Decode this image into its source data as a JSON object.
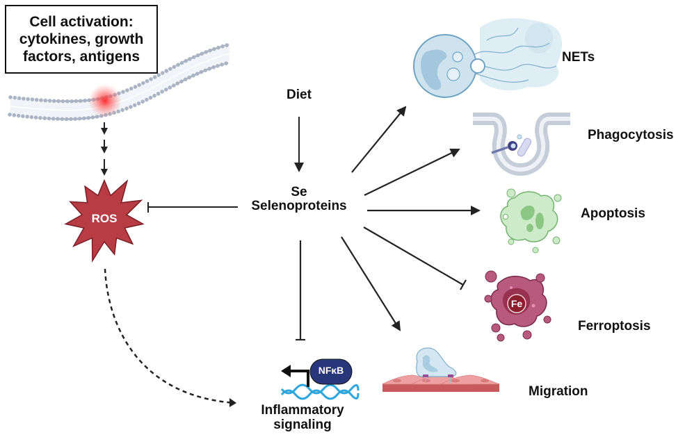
{
  "trigger": {
    "lines": [
      "Cell activation:",
      "cytokines, growth",
      "factors, antigens"
    ]
  },
  "nodes": {
    "ros": "ROS",
    "diet": "Diet",
    "se": "Se",
    "selenoproteins": "Selenoproteins",
    "nfkb": "NFκB",
    "inflammatory_line1": "Inflammatory",
    "inflammatory_line2": "signaling",
    "fe": "Fe"
  },
  "outcomes": [
    {
      "id": "nets",
      "label": "NETs",
      "effect": "promotes"
    },
    {
      "id": "phagocytosis",
      "label": "Phagocytosis",
      "effect": "promotes"
    },
    {
      "id": "apoptosis",
      "label": "Apoptosis",
      "effect": "promotes"
    },
    {
      "id": "ferroptosis",
      "label": "Ferroptosis",
      "effect": "inhibits"
    },
    {
      "id": "migration",
      "label": "Migration",
      "effect": "promotes"
    }
  ],
  "edges": [
    {
      "from": "Cell activation",
      "to": "ROS",
      "type": "activation",
      "style": "multi-step"
    },
    {
      "from": "Diet",
      "to": "Se/Selenoproteins",
      "type": "activation"
    },
    {
      "from": "Se/Selenoproteins",
      "to": "ROS",
      "type": "inhibition"
    },
    {
      "from": "Se/Selenoproteins",
      "to": "Inflammatory signaling",
      "type": "inhibition"
    },
    {
      "from": "ROS",
      "to": "Inflammatory signaling",
      "type": "activation",
      "style": "dashed"
    }
  ],
  "colors": {
    "ros_fill": "#b83c44",
    "membrane": "#aab4c4",
    "ros_glow": "#ff2a2a",
    "nets": "#8fb8d4",
    "apoptosis": "#9ed39a",
    "ferroptosis": "#b85a7d",
    "fe_core": "#8c1f2e",
    "nfkb": "#283779",
    "dna": "#2aa7dd",
    "endothelium": "#e8898c"
  }
}
